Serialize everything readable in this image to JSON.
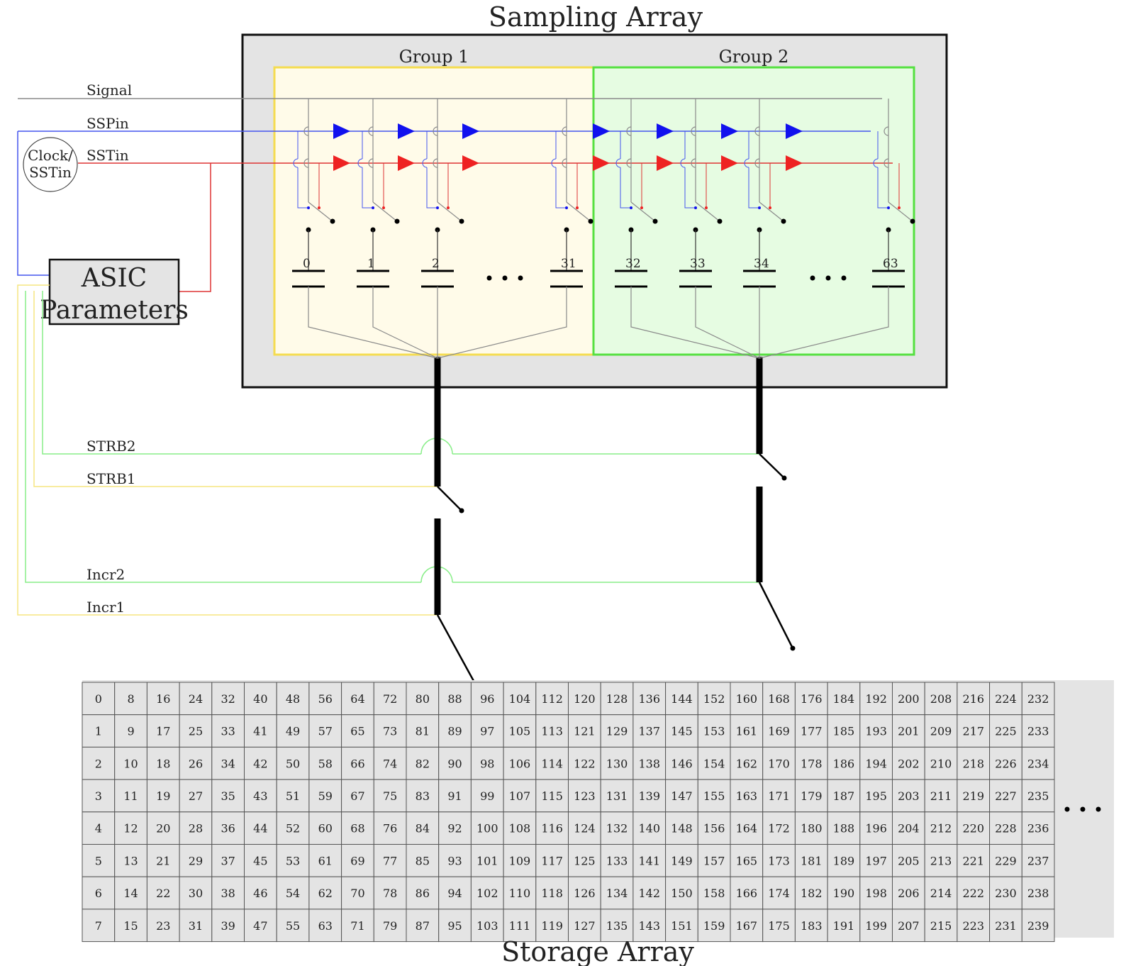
{
  "sampling_array": {
    "title": "Sampling Array",
    "groups": [
      {
        "label": "Group 1",
        "capacitors": [
          "0",
          "1",
          "2",
          "31"
        ]
      },
      {
        "label": "Group 2",
        "capacitors": [
          "32",
          "33",
          "34",
          "63"
        ]
      }
    ]
  },
  "signals": {
    "signal": "Signal",
    "sspin": "SSPin",
    "sstin": "SSTin",
    "strb2": "STRB2",
    "strb1": "STRB1",
    "incr2": "Incr2",
    "incr1": "Incr1"
  },
  "clock_block": {
    "line1": "Clock/",
    "line2": "SSTin"
  },
  "asic_block": {
    "line1": "ASIC",
    "line2": "Parameters"
  },
  "storage_array": {
    "title": "Storage Array",
    "rows": 8,
    "columns": 30,
    "cells": [
      [
        "0",
        "8",
        "16",
        "24",
        "32",
        "40",
        "48",
        "56",
        "64",
        "72",
        "80",
        "88",
        "96",
        "104",
        "112",
        "120",
        "128",
        "136",
        "144",
        "152",
        "160",
        "168",
        "176",
        "184",
        "192",
        "200",
        "208",
        "216",
        "224",
        "232"
      ],
      [
        "1",
        "9",
        "17",
        "25",
        "33",
        "41",
        "49",
        "57",
        "65",
        "73",
        "81",
        "89",
        "97",
        "105",
        "113",
        "121",
        "129",
        "137",
        "145",
        "153",
        "161",
        "169",
        "177",
        "185",
        "193",
        "201",
        "209",
        "217",
        "225",
        "233"
      ],
      [
        "2",
        "10",
        "18",
        "26",
        "34",
        "42",
        "50",
        "58",
        "66",
        "74",
        "82",
        "90",
        "98",
        "106",
        "114",
        "122",
        "130",
        "138",
        "146",
        "154",
        "162",
        "170",
        "178",
        "186",
        "194",
        "202",
        "210",
        "218",
        "226",
        "234"
      ],
      [
        "3",
        "11",
        "19",
        "27",
        "35",
        "43",
        "51",
        "59",
        "67",
        "75",
        "83",
        "91",
        "99",
        "107",
        "115",
        "123",
        "131",
        "139",
        "147",
        "155",
        "163",
        "171",
        "179",
        "187",
        "195",
        "203",
        "211",
        "219",
        "227",
        "235"
      ],
      [
        "4",
        "12",
        "20",
        "28",
        "36",
        "44",
        "52",
        "60",
        "68",
        "76",
        "84",
        "92",
        "100",
        "108",
        "116",
        "124",
        "132",
        "140",
        "148",
        "156",
        "164",
        "172",
        "180",
        "188",
        "196",
        "204",
        "212",
        "220",
        "228",
        "236"
      ],
      [
        "5",
        "13",
        "21",
        "29",
        "37",
        "45",
        "53",
        "61",
        "69",
        "77",
        "85",
        "93",
        "101",
        "109",
        "117",
        "125",
        "133",
        "141",
        "149",
        "157",
        "165",
        "173",
        "181",
        "189",
        "197",
        "205",
        "213",
        "221",
        "229",
        "237"
      ],
      [
        "6",
        "14",
        "22",
        "30",
        "38",
        "46",
        "54",
        "62",
        "70",
        "78",
        "86",
        "94",
        "102",
        "110",
        "118",
        "126",
        "134",
        "142",
        "150",
        "158",
        "166",
        "174",
        "182",
        "190",
        "198",
        "206",
        "214",
        "222",
        "230",
        "238"
      ],
      [
        "7",
        "15",
        "23",
        "31",
        "39",
        "47",
        "55",
        "63",
        "71",
        "79",
        "87",
        "95",
        "103",
        "111",
        "119",
        "127",
        "135",
        "143",
        "151",
        "159",
        "167",
        "175",
        "183",
        "191",
        "199",
        "207",
        "215",
        "223",
        "231",
        "239"
      ]
    ]
  },
  "colors": {
    "signal_line": "#8a8a8a",
    "sspin_line": "#4455ee",
    "sstin_line": "#dd3333",
    "buffer_blue": "#1111ee",
    "buffer_red": "#ee2222",
    "group1_fill": "#fffbe9",
    "group1_border": "#f5dc50",
    "group2_fill": "#e6fce2",
    "group2_border": "#55e040",
    "sampling_bg": "#e4e4e4",
    "strb2_line": "#88ee88",
    "strb1_line": "#f5e680"
  }
}
